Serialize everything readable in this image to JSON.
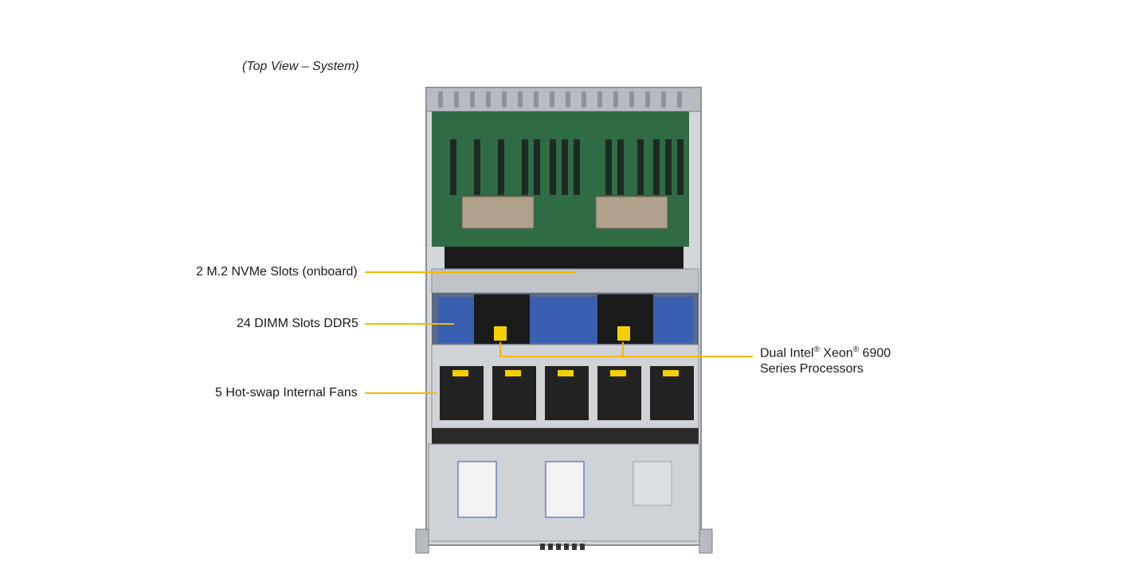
{
  "caption": "(Top View – System)",
  "callouts": {
    "m2": "2 M.2 NVMe Slots (onboard)",
    "dimm": "24 DIMM Slots DDR5",
    "fans": "5 Hot-swap Internal Fans",
    "cpu_line1_a": "Dual Intel",
    "cpu_line1_b": " Xeon",
    "cpu_line1_c": " 6900",
    "cpu_reg": "®",
    "cpu_line2": "Series Processors"
  },
  "colors": {
    "leader": "#f5b800",
    "pcb": "#2f6b45",
    "chassis": "#c9ccd0",
    "dimm": "#3a5fb0"
  }
}
